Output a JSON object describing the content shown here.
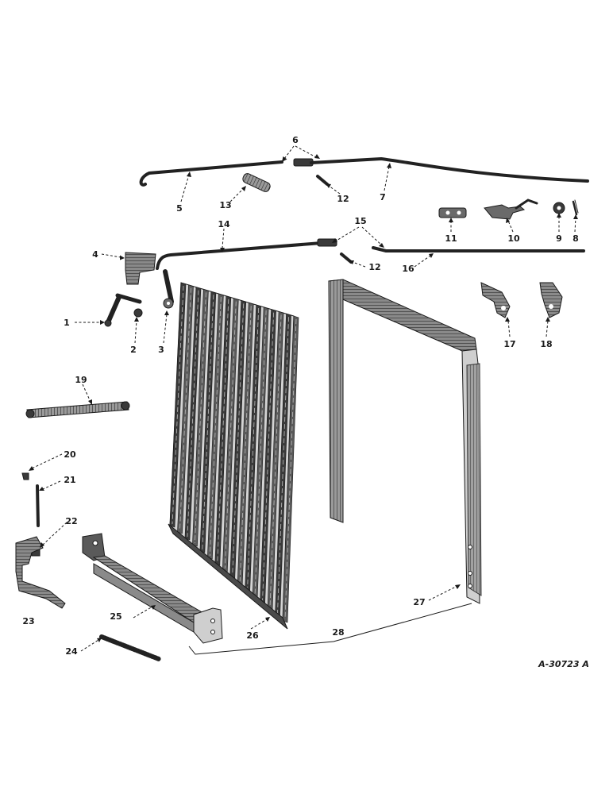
{
  "diagram": {
    "reference_code": "A-30723 A",
    "callouts": [
      {
        "id": "1",
        "text": "1"
      },
      {
        "id": "2",
        "text": "2"
      },
      {
        "id": "3",
        "text": "3"
      },
      {
        "id": "4",
        "text": "4"
      },
      {
        "id": "5",
        "text": "5"
      },
      {
        "id": "6",
        "text": "6"
      },
      {
        "id": "7",
        "text": "7"
      },
      {
        "id": "8",
        "text": "8"
      },
      {
        "id": "9",
        "text": "9"
      },
      {
        "id": "10",
        "text": "10"
      },
      {
        "id": "11",
        "text": "11"
      },
      {
        "id": "12a",
        "text": "12"
      },
      {
        "id": "12b",
        "text": "12"
      },
      {
        "id": "13",
        "text": "13"
      },
      {
        "id": "14",
        "text": "14"
      },
      {
        "id": "15",
        "text": "15"
      },
      {
        "id": "16",
        "text": "16"
      },
      {
        "id": "17",
        "text": "17"
      },
      {
        "id": "18",
        "text": "18"
      },
      {
        "id": "19",
        "text": "19"
      },
      {
        "id": "20",
        "text": "20"
      },
      {
        "id": "21",
        "text": "21"
      },
      {
        "id": "22",
        "text": "22"
      },
      {
        "id": "23",
        "text": "23"
      },
      {
        "id": "24",
        "text": "24"
      },
      {
        "id": "25",
        "text": "25"
      },
      {
        "id": "26",
        "text": "26"
      },
      {
        "id": "27",
        "text": "27"
      },
      {
        "id": "28",
        "text": "28"
      }
    ]
  }
}
